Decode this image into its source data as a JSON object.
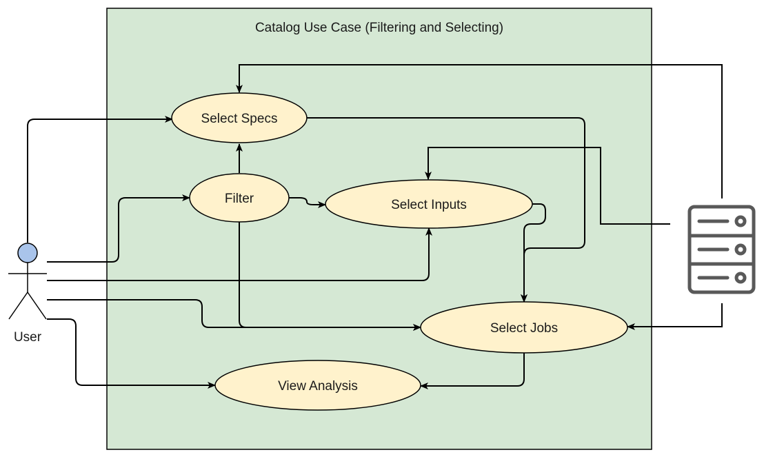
{
  "diagram": {
    "system_title": "Catalog Use Case (Filtering and Selecting)",
    "actor_label": "User",
    "use_cases": {
      "select_specs": "Select Specs",
      "filter": "Filter",
      "select_inputs": "Select Inputs",
      "select_jobs": "Select Jobs",
      "view_analysis": "View Analysis"
    },
    "server_icon": "server-icon",
    "colors": {
      "system_fill": "#d5e8d4",
      "use_case_fill": "#fff2cc",
      "actor_head": "#a9c4eb",
      "server_stroke": "#595959"
    }
  }
}
